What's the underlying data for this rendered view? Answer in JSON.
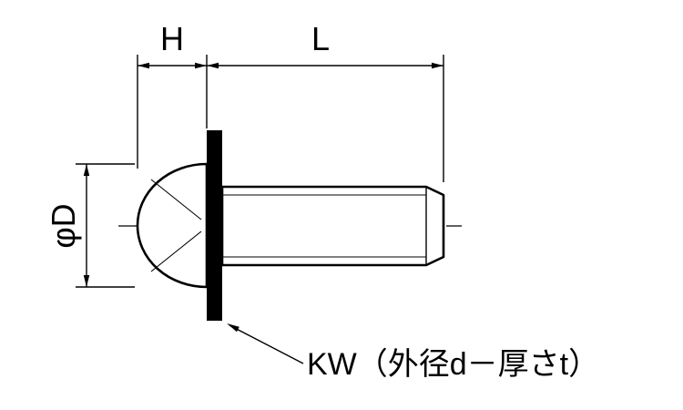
{
  "labels": {
    "dim_head_height": "H",
    "dim_length": "L",
    "dim_diameter": "φD",
    "washer_note": "KW（外径d－厚さt）"
  },
  "colors": {
    "line": "#000000",
    "background": "#ffffff",
    "washer_fill": "#000000"
  }
}
